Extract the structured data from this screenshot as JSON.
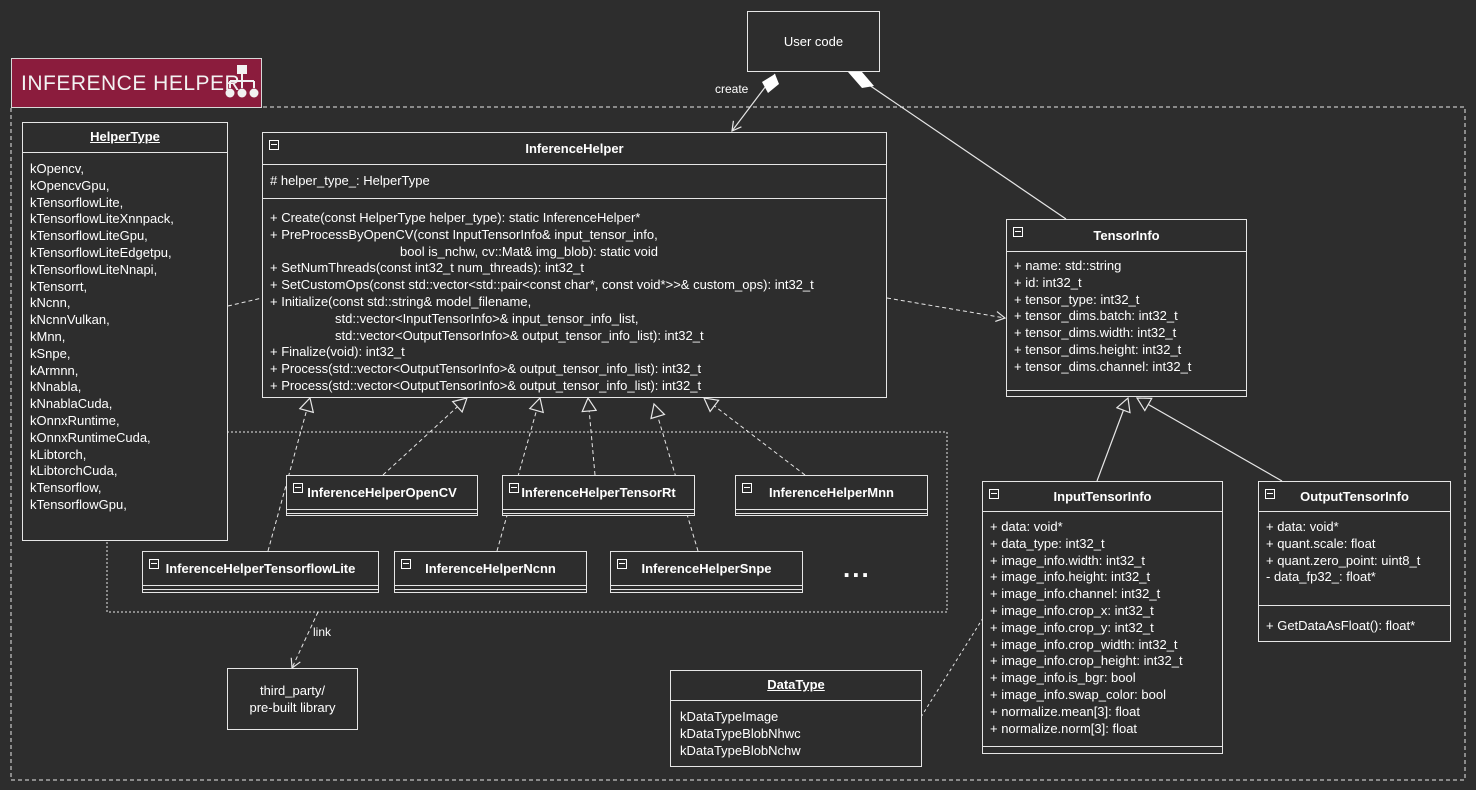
{
  "logo": {
    "text": "INFERENCE HELPER",
    "icon": "hierarchy-icon"
  },
  "user_code": "User code",
  "labels": {
    "create": "create",
    "link": "link",
    "ellipsis": "..."
  },
  "third_party": [
    "third_party/",
    "pre-built library"
  ],
  "helper_type": {
    "title": "HelperType",
    "items": [
      "kOpencv,",
      "kOpencvGpu,",
      "kTensorflowLite,",
      "kTensorflowLiteXnnpack,",
      "kTensorflowLiteGpu,",
      "kTensorflowLiteEdgetpu,",
      "kTensorflowLiteNnapi,",
      "kTensorrt,",
      "kNcnn,",
      "kNcnnVulkan,",
      "kMnn,",
      "kSnpe,",
      "kArmnn,",
      "kNnabla,",
      "kNnablaCuda,",
      "kOnnxRuntime,",
      "kOnnxRuntimeCuda,",
      "kLibtorch,",
      "kLibtorchCuda,",
      "kTensorflow,",
      "kTensorflowGpu,"
    ]
  },
  "inference_helper": {
    "title": "InferenceHelper",
    "attributes": [
      "# helper_type_: HelperType"
    ],
    "methods": [
      "+ Create(const HelperType helper_type): static InferenceHelper*",
      "+ PreProcessByOpenCV(const InputTensorInfo& input_tensor_info,",
      "                                    bool is_nchw, cv::Mat& img_blob): static void",
      "+ SetNumThreads(const int32_t num_threads): int32_t",
      "+ SetCustomOps(const std::vector<std::pair<const char*, const void*>>& custom_ops): int32_t",
      "+ Initialize(const std::string& model_filename,",
      "                  std::vector<InputTensorInfo>& input_tensor_info_list,",
      "                  std::vector<OutputTensorInfo>& output_tensor_info_list): int32_t",
      "+ Finalize(void): int32_t",
      "+ Process(std::vector<OutputTensorInfo>& output_tensor_info_list): int32_t",
      "+ Process(std::vector<OutputTensorInfo>& output_tensor_info_list): int32_t"
    ]
  },
  "subclasses": {
    "opencv": "InferenceHelperOpenCV",
    "tensorrt": "InferenceHelperTensorRt",
    "mnn": "InferenceHelperMnn",
    "tflite": "InferenceHelperTensorflowLite",
    "ncnn": "InferenceHelperNcnn",
    "snpe": "InferenceHelperSnpe"
  },
  "tensor_info": {
    "title": "TensorInfo",
    "attributes": [
      "+ name: std::string",
      "+ id: int32_t",
      "+ tensor_type: int32_t",
      "+ tensor_dims.batch: int32_t",
      "+ tensor_dims.width: int32_t",
      "+ tensor_dims.height: int32_t",
      "+ tensor_dims.channel: int32_t"
    ]
  },
  "input_tensor_info": {
    "title": "InputTensorInfo",
    "attributes": [
      "+ data: void*",
      "+ data_type: int32_t",
      "+ image_info.width: int32_t",
      "+ image_info.height: int32_t",
      "+ image_info.channel: int32_t",
      "+ image_info.crop_x: int32_t",
      "+ image_info.crop_y: int32_t",
      "+ image_info.crop_width: int32_t",
      "+ image_info.crop_height: int32_t",
      "+ image_info.is_bgr: bool",
      "+ image_info.swap_color: bool",
      "+ normalize.mean[3]: float",
      "+ normalize.norm[3]: float"
    ]
  },
  "output_tensor_info": {
    "title": "OutputTensorInfo",
    "attributes": [
      "+ data: void*",
      "+ quant.scale: float",
      "+ quant.zero_point: uint8_t",
      "- data_fp32_: float*"
    ],
    "methods": [
      "+ GetDataAsFloat(): float*"
    ]
  },
  "data_type": {
    "title": "DataType",
    "items": [
      "kDataTypeImage",
      "kDataTypeBlobNhwc",
      "kDataTypeBlobNchw"
    ]
  }
}
